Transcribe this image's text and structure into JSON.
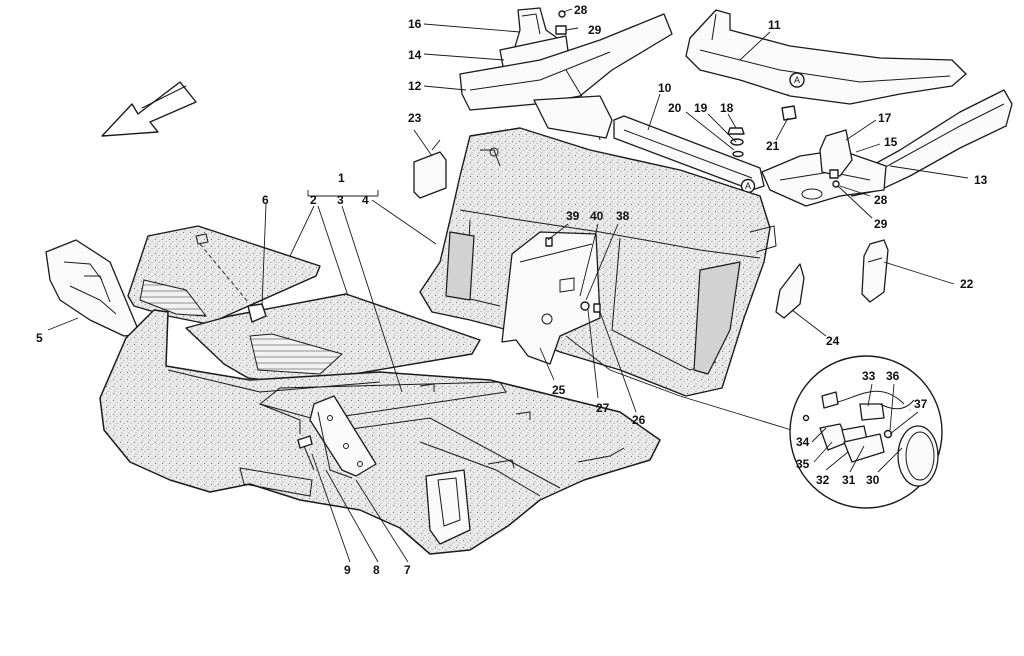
{
  "callouts": {
    "c1": "1",
    "c2": "2",
    "c3": "3",
    "c4": "4",
    "c5": "5",
    "c6": "6",
    "c7": "7",
    "c8": "8",
    "c9": "9",
    "c10": "10",
    "c11": "11",
    "c12": "12",
    "c13": "13",
    "c14": "14",
    "c15": "15",
    "c16": "16",
    "c17": "17",
    "c18": "18",
    "c19": "19",
    "c20": "20",
    "c21": "21",
    "c22": "22",
    "c23": "23",
    "c24": "24",
    "c25": "25",
    "c26": "26",
    "c27": "27",
    "c28a": "28",
    "c28b": "28",
    "c29a": "29",
    "c29b": "29",
    "c30": "30",
    "c31": "31",
    "c32": "32",
    "c33": "33",
    "c34": "34",
    "c35": "35",
    "c36": "36",
    "c37": "37",
    "c38": "38",
    "c39": "39",
    "c40": "40"
  },
  "reference_markers": {
    "marker_a1": "A",
    "marker_a2": "A",
    "marker_a3": "A"
  },
  "icons": {
    "direction_arrow": "front-direction-arrow-icon",
    "detail_magnifier": "detail-view-circle"
  },
  "colors": {
    "line": "#1a1a1a",
    "carpet_fill": "#e6e6e6",
    "background": "#ffffff"
  }
}
